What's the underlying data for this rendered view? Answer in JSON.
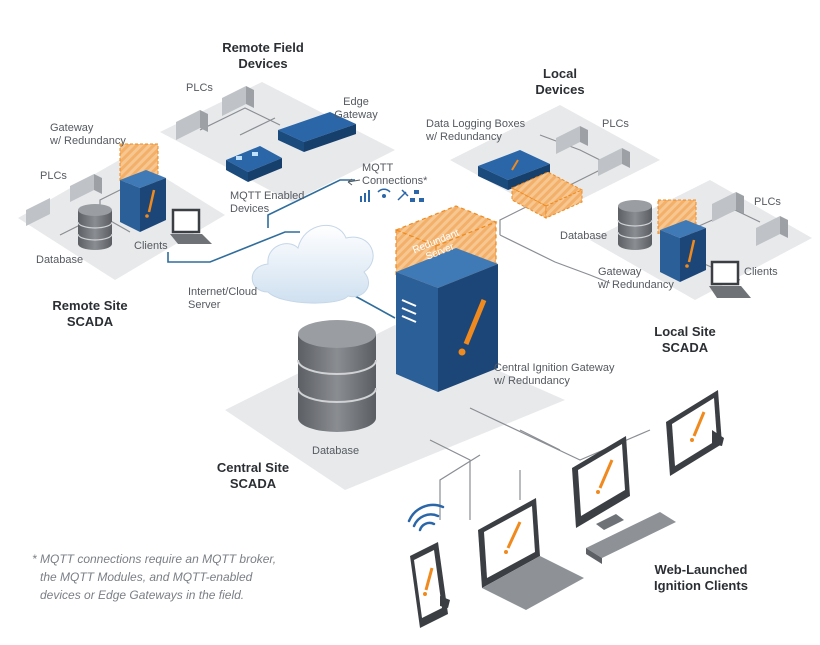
{
  "groups": {
    "remote_field": {
      "title_1": "Remote Field",
      "title_2": "Devices",
      "plcs": "PLCs",
      "edge_1": "Edge",
      "edge_2": "Gateway",
      "mqtt_dev_1": "MQTT Enabled",
      "mqtt_dev_2": "Devices"
    },
    "remote_site": {
      "title_1": "Remote Site",
      "title_2": "SCADA",
      "gateway_1": "Gateway",
      "gateway_2": "w/ Redundancy",
      "plcs": "PLCs",
      "database": "Database",
      "clients": "Clients"
    },
    "cloud": {
      "label_1": "Internet/Cloud",
      "label_2": "Server",
      "mqtt_1": "MQTT",
      "mqtt_2": "Connections*"
    },
    "local_devices": {
      "title_1": "Local",
      "title_2": "Devices",
      "logging_1": "Data Logging Boxes",
      "logging_2": "w/ Redundancy",
      "plcs": "PLCs"
    },
    "local_site": {
      "title_1": "Local Site",
      "title_2": "SCADA",
      "plcs": "PLCs",
      "database": "Database",
      "clients": "Clients",
      "gateway_1": "Gateway",
      "gateway_2": "w/ Redundancy"
    },
    "central": {
      "title_1": "Central Site",
      "title_2": "SCADA",
      "redundant_1": "Redundant",
      "redundant_2": "Server",
      "gateway_1": "Central Ignition Gateway",
      "gateway_2": "w/ Redundancy",
      "database": "Database"
    },
    "clients": {
      "title_1": "Web-Launched",
      "title_2": "Ignition Clients"
    }
  },
  "footnote": {
    "line_1": "* MQTT connections require an MQTT broker,",
    "line_2": "the MQTT Modules, and MQTT-enabled",
    "line_3": "devices or Edge Gateways in the field."
  },
  "colors": {
    "navy": "#1f4a7c",
    "orange": "#f08a1e",
    "platform": "#e6e7e9",
    "line": "#2f6d9c",
    "cloud": "#dde9f5"
  }
}
